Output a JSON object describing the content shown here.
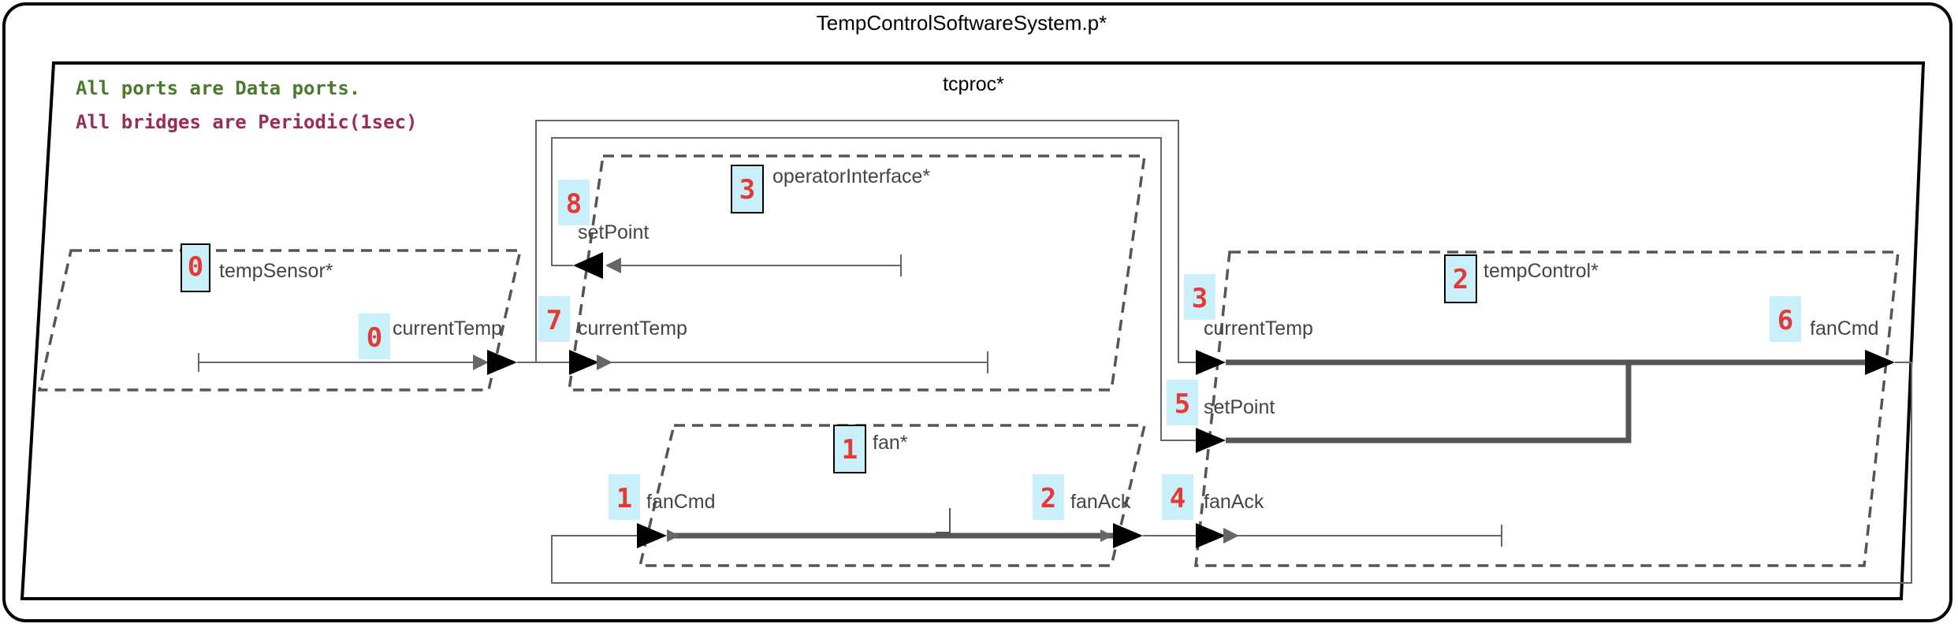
{
  "system": {
    "title": "TempControlSoftwareSystem.p*"
  },
  "process": {
    "title": "tcproc*"
  },
  "notes": {
    "ports": "All ports are Data ports.",
    "bridges": "All bridges are Periodic(1sec)",
    "ports_color": "#4a7a2c",
    "bridges_color": "#9b2d55"
  },
  "components": {
    "tempSensor": {
      "label": "tempSensor*",
      "index": "0"
    },
    "operatorInterface": {
      "label": "operatorInterface*",
      "index": "3"
    },
    "tempControl": {
      "label": "tempControl*",
      "index": "2"
    },
    "fan": {
      "label": "fan*",
      "index": "1"
    }
  },
  "ports": {
    "sensor_currentTemp": {
      "label": "currentTemp",
      "index": "0"
    },
    "oi_setPoint": {
      "label": "setPoint",
      "index": "8"
    },
    "oi_currentTemp": {
      "label": "currentTemp",
      "index": "7"
    },
    "tc_currentTemp": {
      "label": "currentTemp",
      "index": "3"
    },
    "tc_setPoint": {
      "label": "setPoint",
      "index": "5"
    },
    "tc_fanAck": {
      "label": "fanAck",
      "index": "4"
    },
    "tc_fanCmd": {
      "label": "fanCmd",
      "index": "6"
    },
    "fan_fanCmd": {
      "label": "fanCmd",
      "index": "1"
    },
    "fan_fanAck": {
      "label": "fanAck",
      "index": "2"
    }
  },
  "colors": {
    "badge_fill": "#c8effa",
    "badge_text": "#e53935",
    "dashed_border": "#555555",
    "connector": "#555555"
  }
}
